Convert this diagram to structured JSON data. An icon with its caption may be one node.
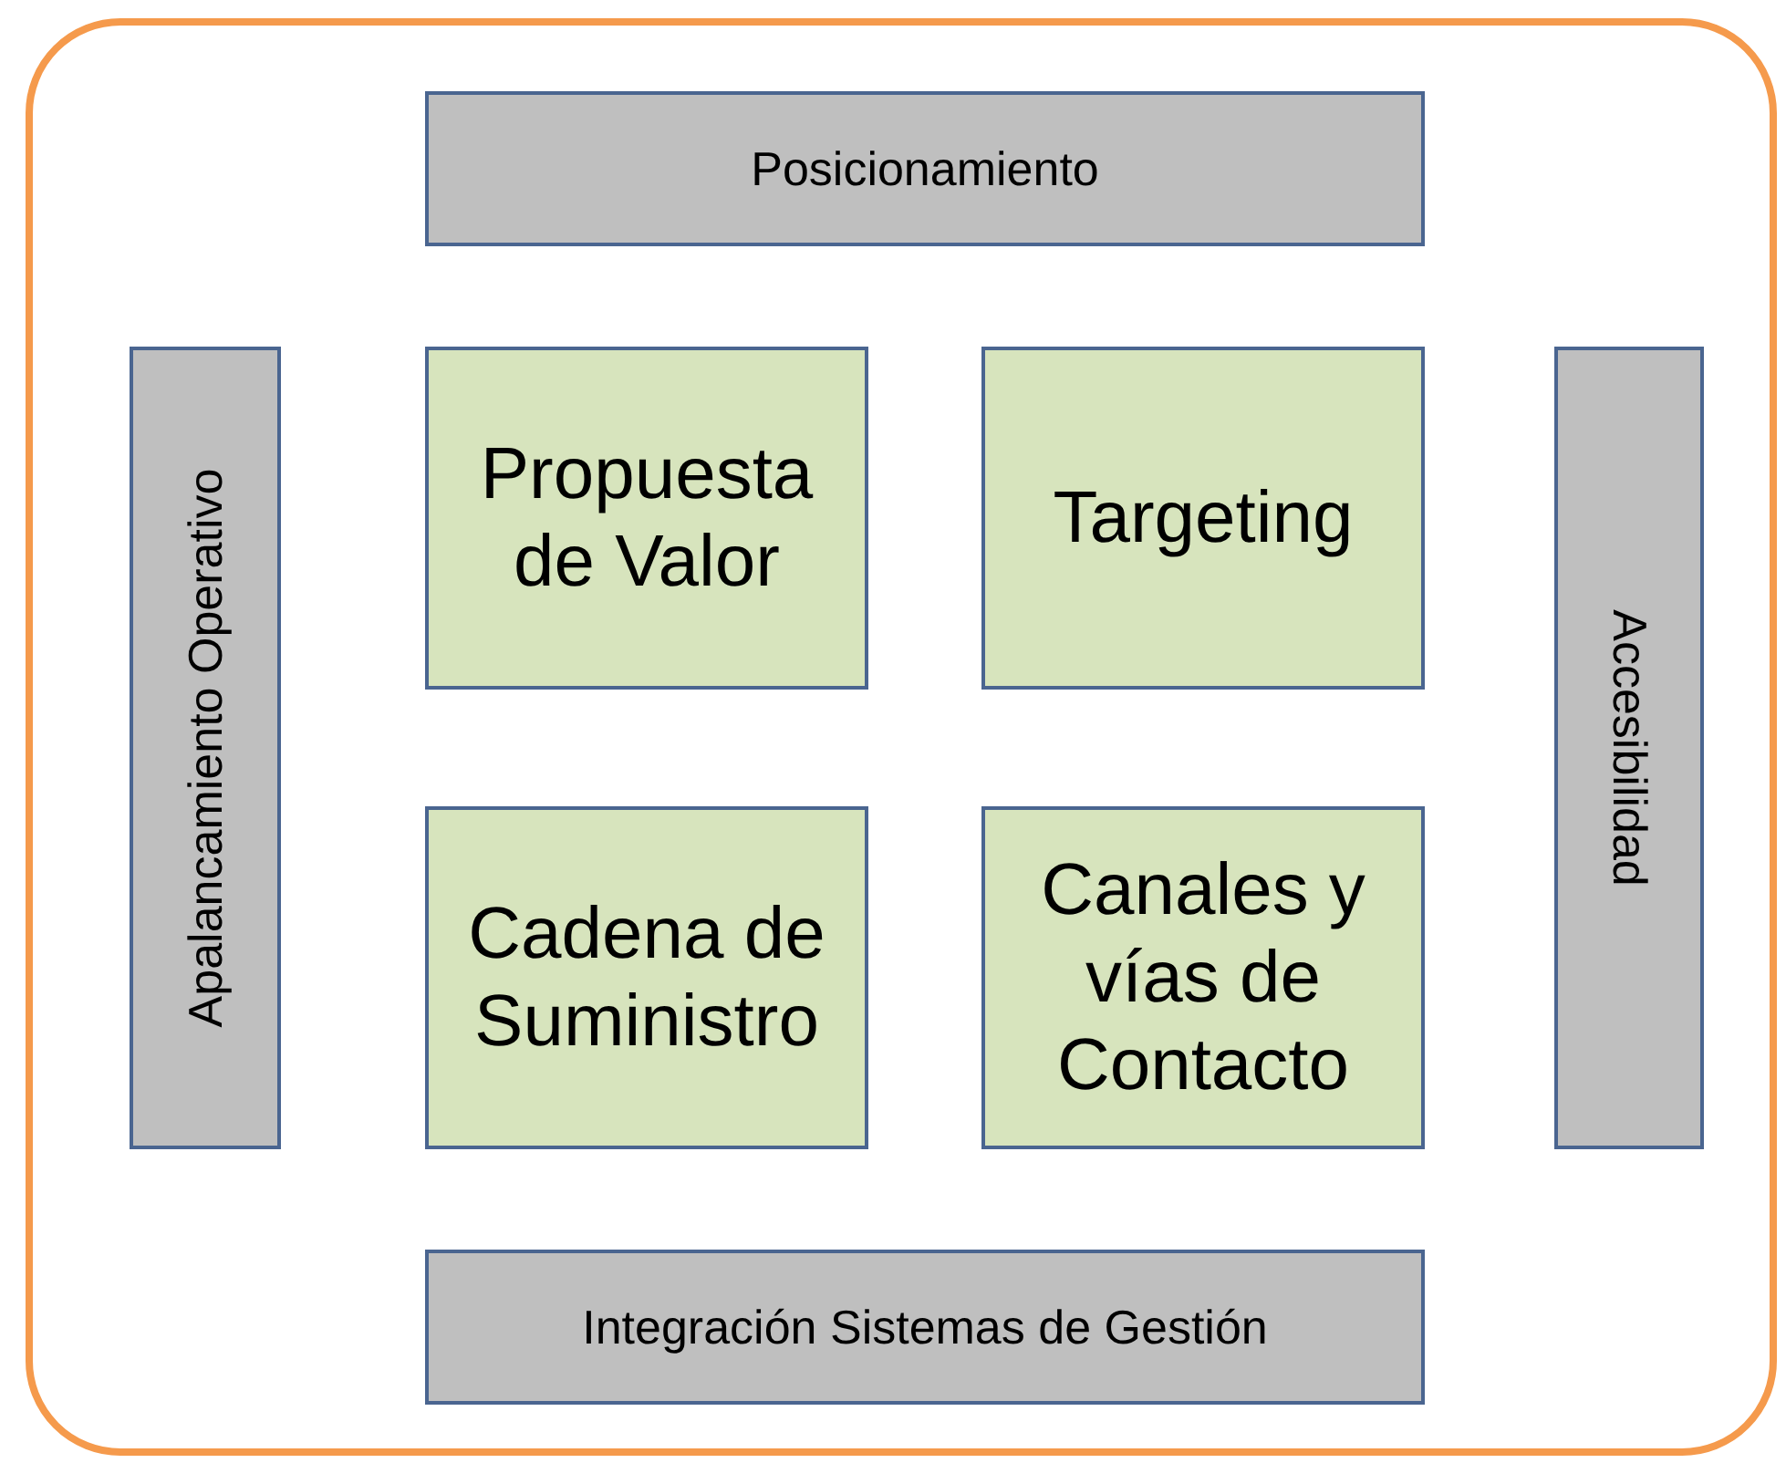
{
  "diagram": {
    "nodes": [
      {
        "text": [],
        "shape": "box"
      },
      {
        "text": [
          "Posicionamiento"
        ],
        "in": 0
      },
      {
        "text": [
          "Apalancamiento Operativo"
        ],
        "in": 0
      },
      {
        "text": [
          "Propuesta de Valor"
        ],
        "in": 0
      },
      {
        "text": [
          "Targeting"
        ],
        "in": 0
      },
      {
        "text": [
          "Accesibilidad"
        ],
        "in": 0
      },
      {
        "text": [
          "Cadena de Suministro"
        ],
        "in": 0
      },
      {
        "text": [
          "Canales y vías de Contacto"
        ],
        "in": 0
      },
      {
        "text": [
          "Integración Sistemas de Gestión"
        ],
        "in": 0
      }
    ]
  }
}
